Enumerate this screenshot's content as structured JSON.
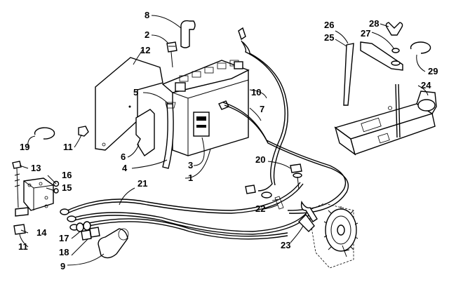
{
  "callouts": {
    "c1": "1",
    "c2": "2",
    "c3": "3",
    "c4": "4",
    "c5": "5",
    "c6": "6",
    "c7": "7",
    "c8": "8",
    "c9": "9",
    "c10": "10",
    "c11a": "11",
    "c11b": "11",
    "c12": "12",
    "c13": "13",
    "c14": "14",
    "c15": "15",
    "c16": "16",
    "c17": "17",
    "c18": "18",
    "c19": "19",
    "c20": "20",
    "c21": "21",
    "c22": "22",
    "c23": "23",
    "c24": "24",
    "c25": "25",
    "c26": "26",
    "c27": "27",
    "c28": "28",
    "c29": "29"
  }
}
